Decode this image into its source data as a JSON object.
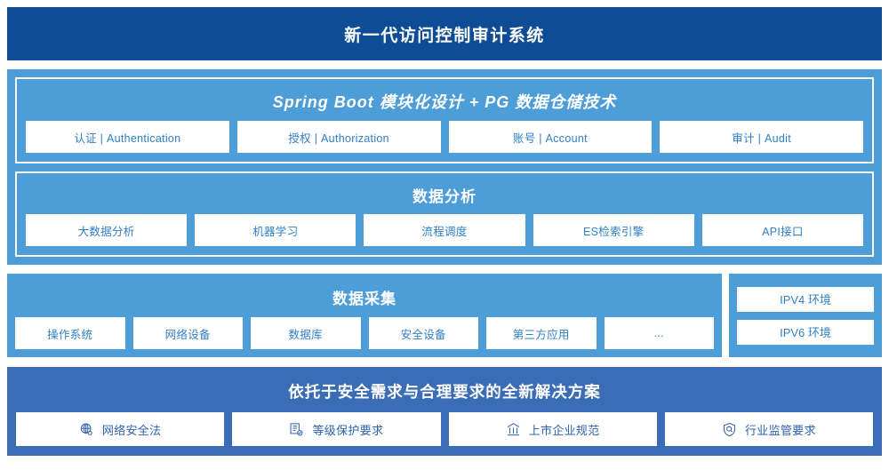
{
  "header": {
    "title": "新一代访问控制审计系统"
  },
  "platform_section": {
    "panels": [
      {
        "title": "Spring Boot 模块化设计 + PG 数据仓储技术",
        "italic": true,
        "cards": [
          "认证 | Authentication",
          "授权 | Authorization",
          "账号 | Account",
          "审计 | Audit"
        ]
      },
      {
        "title": "数据分析",
        "italic": false,
        "cards": [
          "大数据分析",
          "机器学习",
          "流程调度",
          "ES检索引擎",
          "API接口"
        ]
      }
    ]
  },
  "collection_section": {
    "title": "数据采集",
    "cards": [
      "操作系统",
      "网络设备",
      "数据库",
      "安全设备",
      "第三方应用",
      "..."
    ],
    "environments": [
      "IPV4 环境",
      "IPV6 环境"
    ]
  },
  "solution_section": {
    "title": "依托于安全需求与合理要求的全新解决方案",
    "cards": [
      {
        "label": "网络安全法",
        "icon": "globe-icon"
      },
      {
        "label": "等级保护要求",
        "icon": "document-check-icon"
      },
      {
        "label": "上市企业规范",
        "icon": "bank-icon"
      },
      {
        "label": "行业监管要求",
        "icon": "shield-search-icon"
      }
    ]
  },
  "colors": {
    "header_blue": "#0e4d96",
    "section_light_blue": "#4d9ed8",
    "section_dark_blue": "#3a6db5",
    "card_text_blue": "#2f7fc4",
    "card_text_dark_blue": "#2f62ad"
  }
}
